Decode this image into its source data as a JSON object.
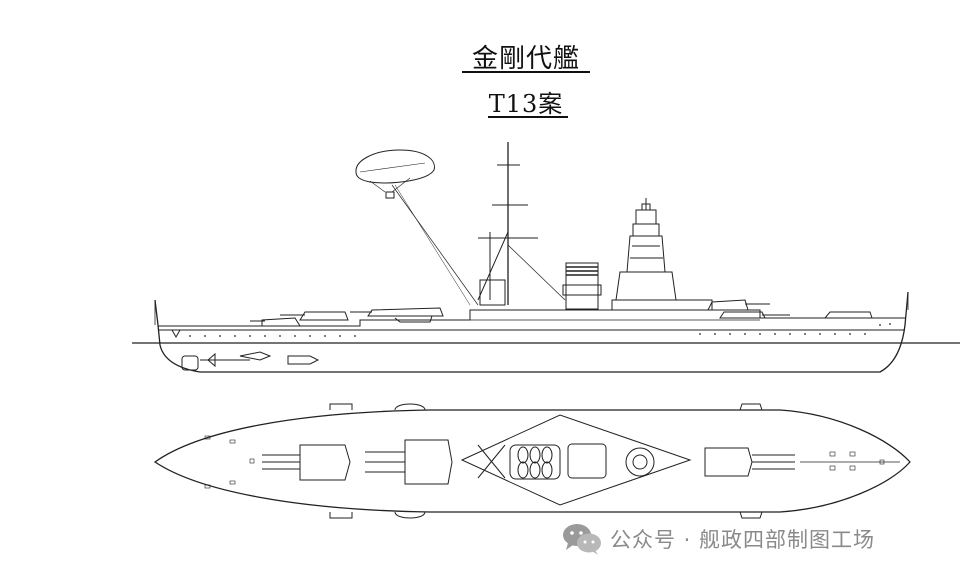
{
  "diagram": {
    "title": "金剛代艦",
    "subtitle": "T13案"
  },
  "watermark": {
    "text": "公众号 · 舰政四部制图工场",
    "icon": "wechat-icon"
  },
  "colors": {
    "line": "#222222",
    "watermark": "#8a8a8a",
    "background": "#ffffff"
  }
}
